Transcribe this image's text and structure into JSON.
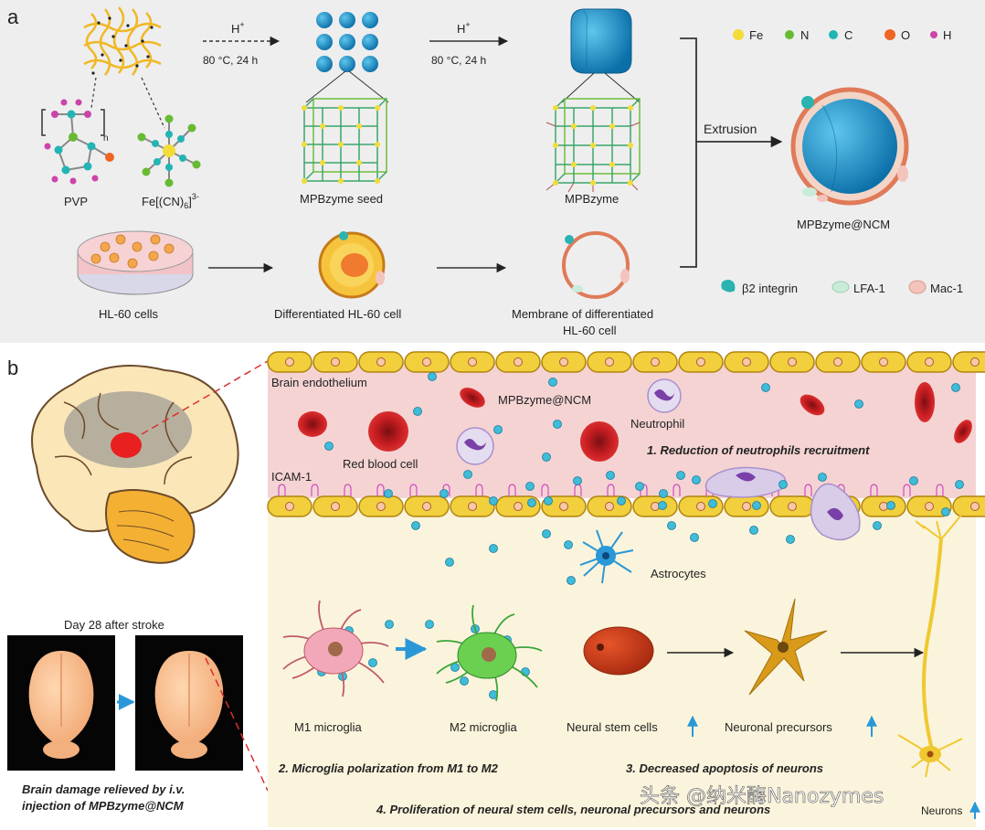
{
  "panel_a": {
    "letter": "a",
    "step1_reagent": "H",
    "step1_sup": "+",
    "step1_cond": "80 °C, 24 h",
    "step2_reagent": "H",
    "step2_sup": "+",
    "step2_cond": "80 °C, 24 h",
    "pvp_label": "PVP",
    "pvp_subscript": "n",
    "ferrocyanide_main": "Fe[(CN)",
    "ferrocyanide_sub": "6",
    "ferrocyanide_end": "]",
    "ferrocyanide_sup": "3-",
    "seed_label": "MPBzyme seed",
    "mpbzyme_label": "MPBzyme",
    "extrusion_label": "Extrusion",
    "product_label": "MPBzyme@NCM",
    "hl60_label": "HL-60 cells",
    "diff_label": "Differentiated HL-60 cell",
    "membrane_label_1": "Membrane of differentiated",
    "membrane_label_2": "HL-60 cell",
    "element_legend": [
      {
        "symbol": "Fe",
        "color": "#f2dc3a"
      },
      {
        "symbol": "N",
        "color": "#66bb33"
      },
      {
        "symbol": "C",
        "color": "#22b5b5"
      },
      {
        "symbol": "O",
        "color": "#ee6622"
      },
      {
        "symbol": "H",
        "color": "#cc44aa"
      }
    ],
    "protein_legend": [
      {
        "name": "β2 integrin",
        "color": "#2ab3b0"
      },
      {
        "name": "LFA-1",
        "color": "#c8ecd8"
      },
      {
        "name": "Mac-1",
        "color": "#f3c4bc"
      }
    ]
  },
  "panel_b": {
    "letter": "b",
    "brain_endothelium": "Brain endothelium",
    "mpbzyme_ncm": "MPBzyme@NCM",
    "neutrophil": "Neutrophil",
    "red_blood_cell": "Red blood cell",
    "icam": "ICAM-1",
    "reduction": "1. Reduction of neutrophils recruitment",
    "astrocytes": "Astrocytes",
    "day28": "Day 28 after stroke",
    "m1": "M1 microglia",
    "m2": "M2 microglia",
    "nsc": "Neural stem cells",
    "precursors": "Neuronal precursors",
    "neurons": "Neurons",
    "polarization": "2. Microglia polarization from M1 to M2",
    "apoptosis": "3. Decreased apoptosis of neurons",
    "proliferation": "4. Proliferation of neural stem cells, neuronal precursors and neurons",
    "caption_1": "Brain damage relieved by i.v.",
    "caption_2": "injection of  MPBzyme@NCM",
    "watermark": "头条 @纳米酶Nanozymes"
  }
}
